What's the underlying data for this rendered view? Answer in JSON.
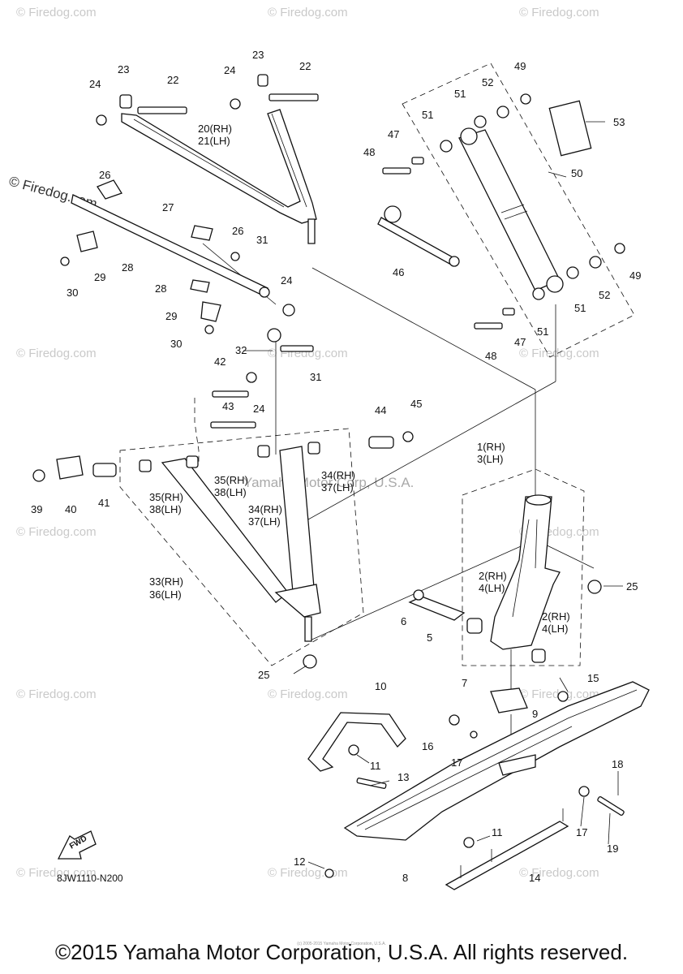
{
  "watermark": "© Firedog.com",
  "center_watermark": "Yamaha Motor Corp, U.S.A.",
  "diagram_code": "8JW1110-N200",
  "fwd_label": "FWD",
  "copyright": "©2015 Yamaha Motor Corporation, U.S.A. All rights reserved.",
  "small_print": "(c) 2005-2015 Yamaha Motor Corporation, U.S.A.",
  "labels": {
    "l1": "1(RH)",
    "l3": "3(LH)",
    "l2a": "2(RH)",
    "l4a": "4(LH)",
    "l2b": "2(RH)",
    "l4b": "4(LH)",
    "l5": "5",
    "l6": "6",
    "l7": "7",
    "l8": "8",
    "l9": "9",
    "l10": "10",
    "l11a": "11",
    "l11b": "11",
    "l12": "12",
    "l13": "13",
    "l14": "14",
    "l15": "15",
    "l16": "16",
    "l17a": "17",
    "l17b": "17",
    "l18": "18",
    "l19": "19",
    "l20": "20(RH)",
    "l21": "21(LH)",
    "l22a": "22",
    "l22b": "22",
    "l23a": "23",
    "l23b": "23",
    "l24a": "24",
    "l24b": "24",
    "l24c": "24",
    "l24d": "24",
    "l25a": "25",
    "l25b": "25",
    "l26a": "26",
    "l26b": "26",
    "l27": "27",
    "l28a": "28",
    "l28b": "28",
    "l29a": "29",
    "l29b": "29",
    "l30a": "30",
    "l30b": "30",
    "l31a": "31",
    "l31b": "31",
    "l32": "32",
    "l33": "33(RH)",
    "l36": "36(LH)",
    "l34a": "34(RH)",
    "l37a": "37(LH)",
    "l34b": "34(RH)",
    "l37b": "37(LH)",
    "l35a": "35(RH)",
    "l38a": "38(LH)",
    "l35b": "35(RH)",
    "l38b": "38(LH)",
    "l39": "39",
    "l40": "40",
    "l41": "41",
    "l42": "42",
    "l43": "43",
    "l44": "44",
    "l45": "45",
    "l46": "46",
    "l47a": "47",
    "l47b": "47",
    "l48a": "48",
    "l48b": "48",
    "l49a": "49",
    "l49b": "49",
    "l50": "50",
    "l51a": "51",
    "l51b": "51",
    "l51c": "51",
    "l51d": "51",
    "l52a": "52",
    "l52b": "52",
    "l53": "53"
  }
}
